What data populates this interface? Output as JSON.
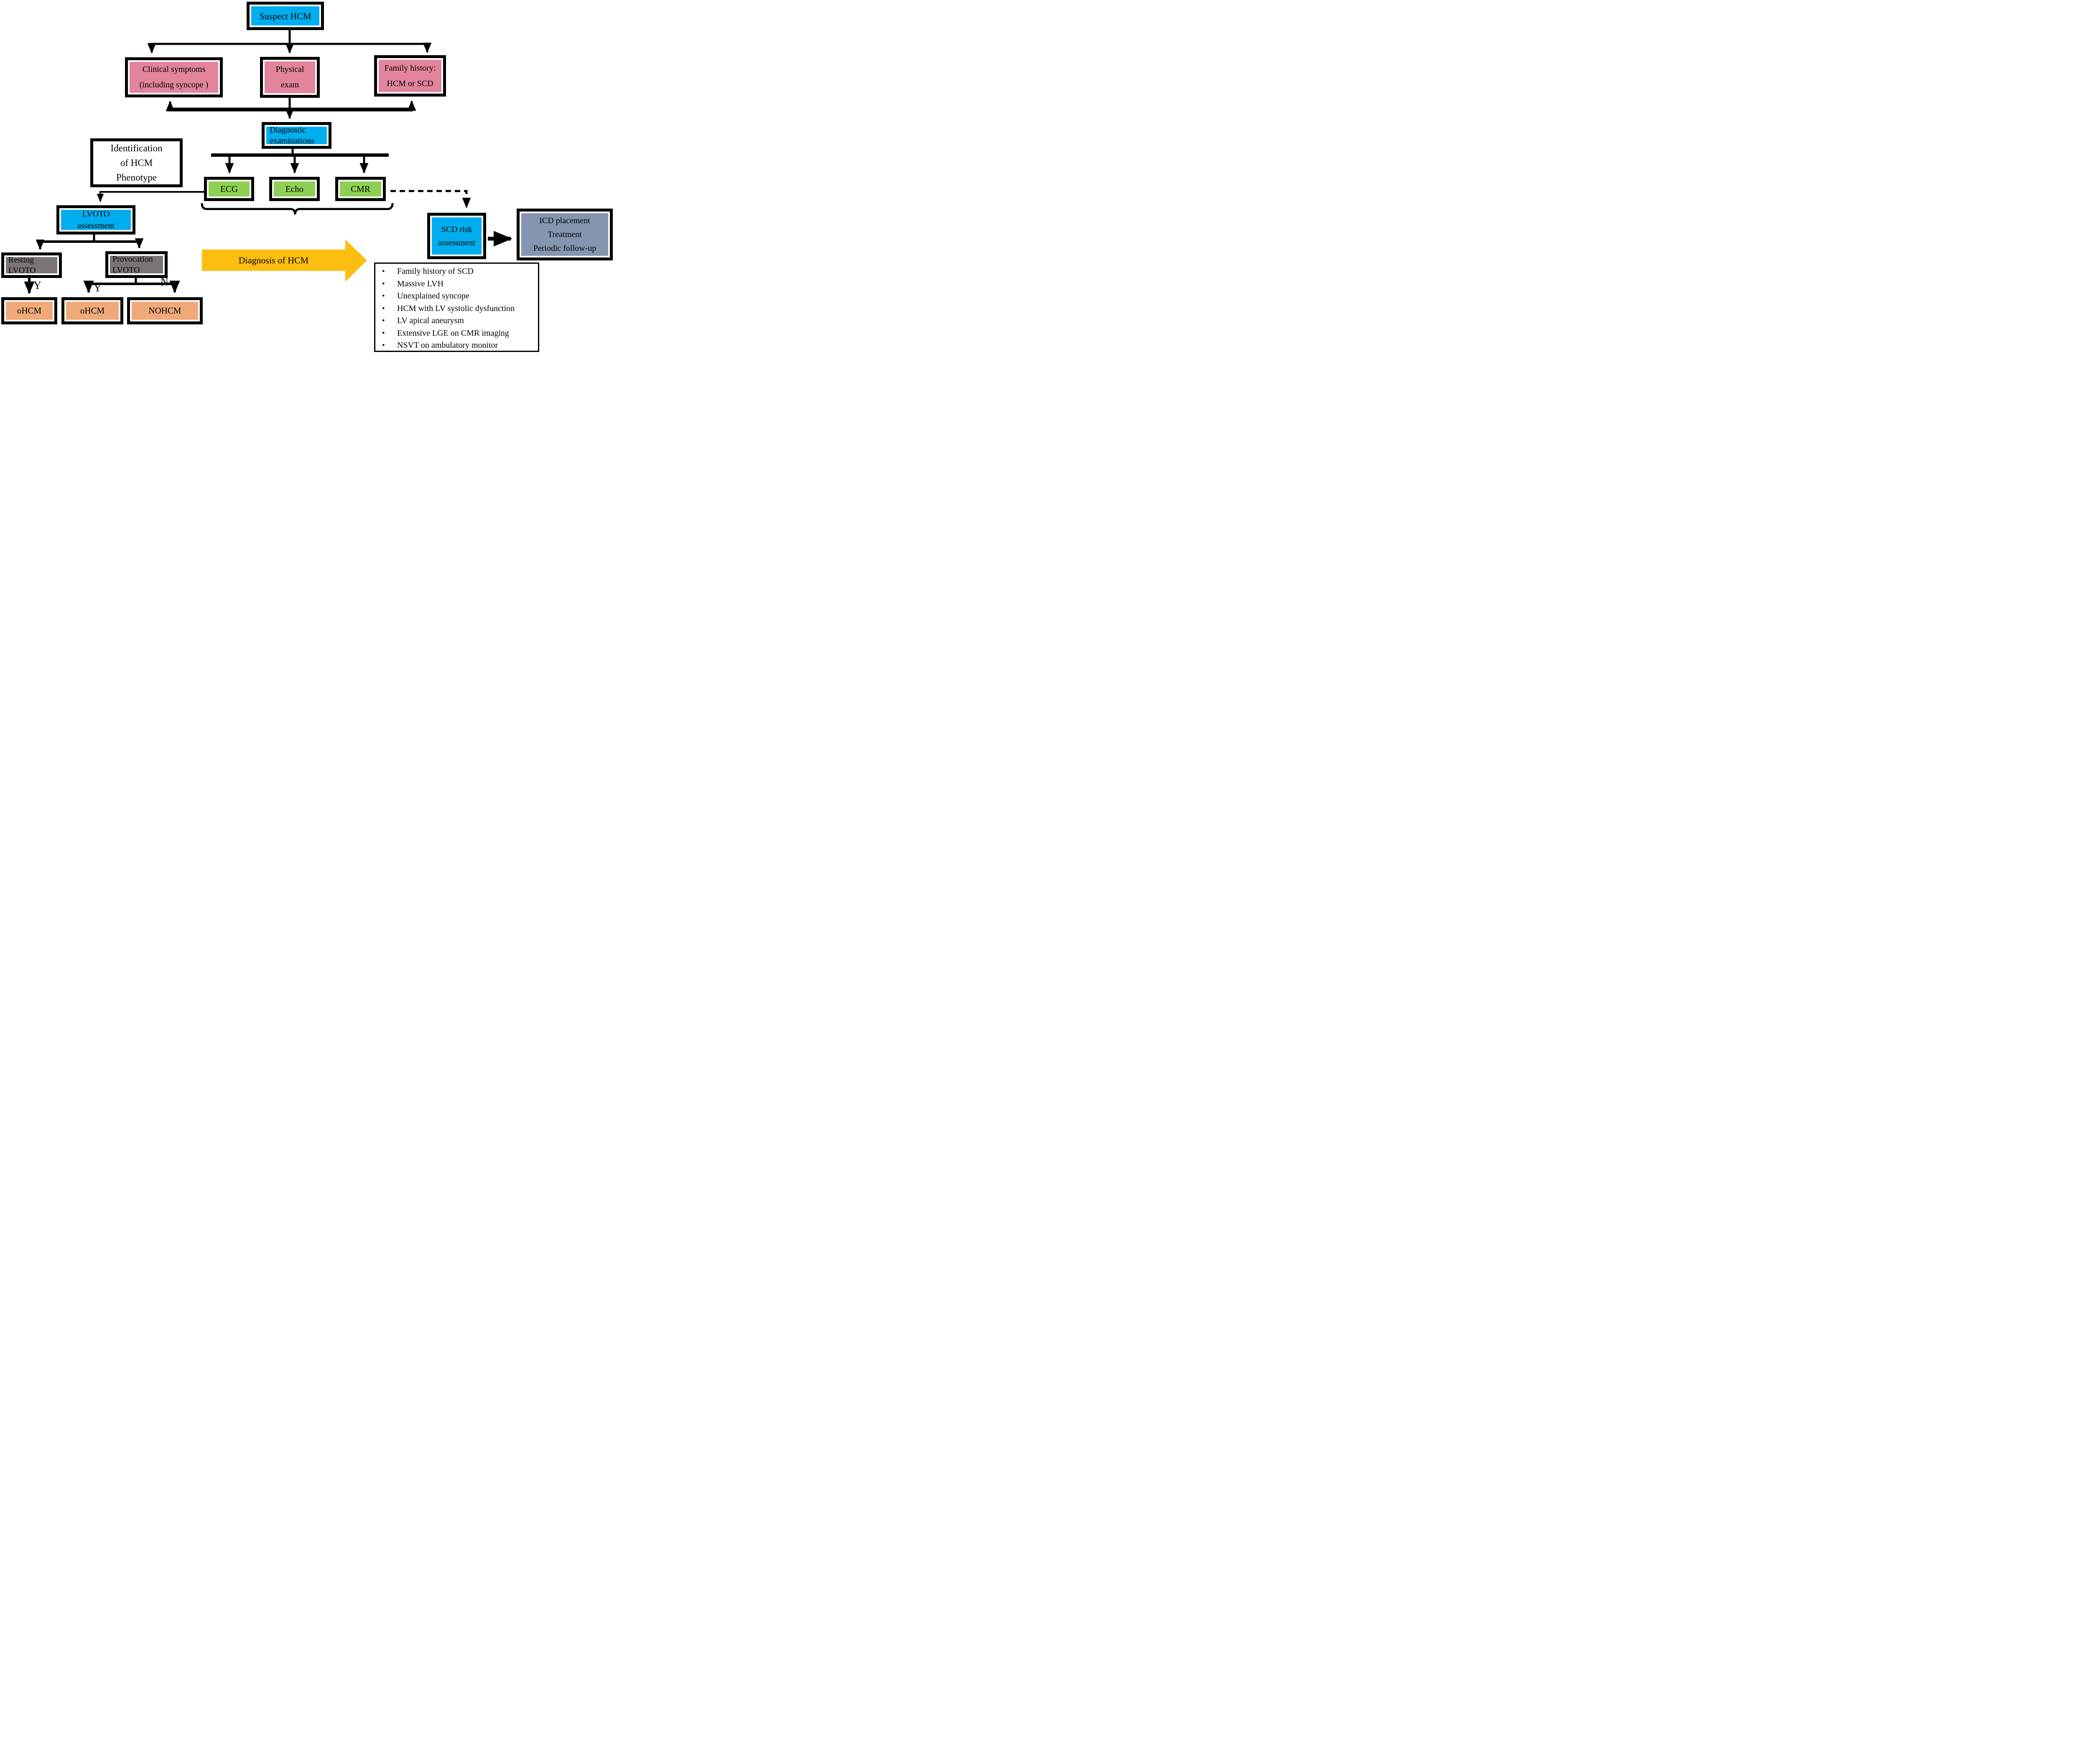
{
  "colors": {
    "blue": "#00AEEF",
    "pink": "#E2849B",
    "green": "#8ED053",
    "gray": "#7B7474",
    "orange": "#F0A978",
    "yellow": "#FDBE10",
    "slate": "#8496B0",
    "white": "#FFFFFF",
    "line": "#000000"
  },
  "icons": {
    "bullet": "•"
  },
  "nodes": {
    "suspect": {
      "label": "Suspect HCM"
    },
    "clinical": {
      "lines": [
        "Clinical symptoms",
        "(including syncope )"
      ]
    },
    "physical": {
      "lines": [
        "Physical",
        "exam"
      ]
    },
    "family": {
      "lines": [
        "Family history:",
        "HCM or SCD"
      ]
    },
    "diagnostic": {
      "lines": [
        "Diagnostic",
        "examinations"
      ]
    },
    "identification": {
      "lines": [
        "Identification",
        "of HCM",
        "Phenotype"
      ]
    },
    "ecg": {
      "label": "ECG"
    },
    "echo": {
      "label": "Echo"
    },
    "cmr": {
      "label": "CMR"
    },
    "lvoto": {
      "lines": [
        "LVOTO",
        "assessment"
      ]
    },
    "resting": {
      "lines": [
        "Resting",
        "LVOTO"
      ]
    },
    "provocation": {
      "lines": [
        "Provocation",
        "LVOTO"
      ]
    },
    "ohcm_resting": {
      "label": "oHCM"
    },
    "ohcm_provocation": {
      "label": "oHCM"
    },
    "nohcm": {
      "label": "NOHCM"
    },
    "scd": {
      "lines": [
        "SCD risk",
        "assessment"
      ]
    },
    "icd": {
      "lines": [
        "ICD placement",
        "Treatment",
        "Periodic follow-up"
      ]
    }
  },
  "diagnosis_arrow_label": "Diagnosis of HCM",
  "branch_labels": {
    "resting_yes": "Y",
    "provocation_yes": "Y",
    "provocation_no": "N"
  },
  "risk_factors": [
    "Family history of SCD",
    "Massive LVH",
    "Unexplained syncope",
    "HCM with LV systolic dysfunction",
    "LV apical aneurysm",
    "Extensive LGE on CMR imaging",
    "NSVT on ambulatory monitor"
  ]
}
